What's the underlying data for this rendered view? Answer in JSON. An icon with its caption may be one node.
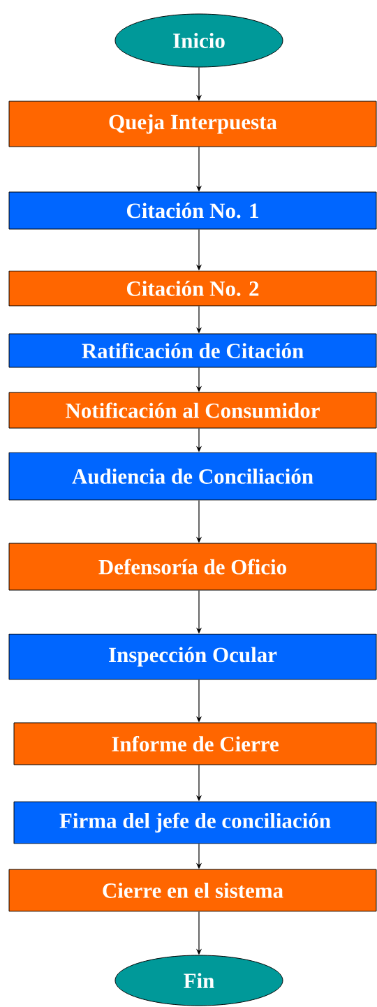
{
  "diagram": {
    "nodes": [
      {
        "text": [
          "Inicio"
        ]
      },
      {
        "text": [
          "Queja Interpuesta"
        ]
      },
      {
        "text": [
          "Citación No. 1"
        ]
      },
      {
        "text": [
          "Citación No. 2"
        ]
      },
      {
        "text": [
          "Ratificación de Citación"
        ]
      },
      {
        "text": [
          "Notificación al Consumidor"
        ]
      },
      {
        "text": [
          "Audiencia de Conciliación"
        ]
      },
      {
        "text": [
          "Defensoría de Oficio"
        ]
      },
      {
        "text": [
          "Inspección Ocular"
        ]
      },
      {
        "text": [
          "Informe de Cierre"
        ]
      },
      {
        "text": [
          "Firma del jefe de conciliación"
        ]
      },
      {
        "text": [
          "Cierre en el sistema"
        ]
      },
      {
        "text": [
          "Fin"
        ]
      }
    ],
    "edges": [
      {
        "from": 0,
        "to": 1,
        "arrow": "to"
      },
      {
        "from": 1,
        "to": 2,
        "arrow": "to"
      },
      {
        "from": 2,
        "to": 3,
        "arrow": "to"
      },
      {
        "from": 3,
        "to": 4,
        "arrow": "to"
      },
      {
        "from": 4,
        "to": 5,
        "arrow": "to"
      },
      {
        "from": 5,
        "to": 6,
        "arrow": "to"
      },
      {
        "from": 6,
        "to": 7,
        "arrow": "to"
      },
      {
        "from": 7,
        "to": 8,
        "arrow": "to"
      },
      {
        "from": 8,
        "to": 9,
        "arrow": "to"
      },
      {
        "from": 9,
        "to": 10,
        "arrow": "to"
      },
      {
        "from": 10,
        "to": 11,
        "arrow": "to"
      },
      {
        "from": 11,
        "to": 12,
        "arrow": "to"
      }
    ]
  }
}
